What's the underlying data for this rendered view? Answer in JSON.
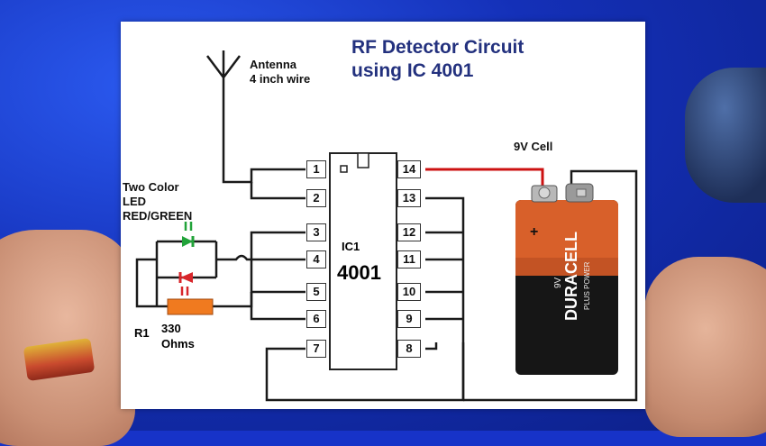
{
  "title": {
    "line1": "RF Detector Circuit",
    "line2": "using IC 4001"
  },
  "antenna": {
    "line1": "Antenna",
    "line2": "4 inch wire"
  },
  "led": {
    "line1": "Two Color",
    "line2": "LED",
    "line3": "RED/GREEN"
  },
  "resistor": {
    "ref": "R1",
    "value": "330",
    "unit": "Ohms"
  },
  "ic": {
    "name": "IC1",
    "number": "4001",
    "left_pins": [
      "1",
      "2",
      "3",
      "4",
      "5",
      "6",
      "7"
    ],
    "right_pins": [
      "14",
      "13",
      "12",
      "11",
      "10",
      "9",
      "8"
    ]
  },
  "battery": {
    "label": "9V Cell",
    "brand": "DURACELL",
    "subtitle": "PLUS POWER",
    "voltage": "9V"
  },
  "colors": {
    "title": "#23317e",
    "wire": "#1a1a1a",
    "positive_wire": "#cc1111",
    "led_green": "#22a33a",
    "led_red": "#d8262b",
    "resistor": "#f07a1f",
    "battery_copper": "#d8602a",
    "battery_black": "#161616"
  }
}
